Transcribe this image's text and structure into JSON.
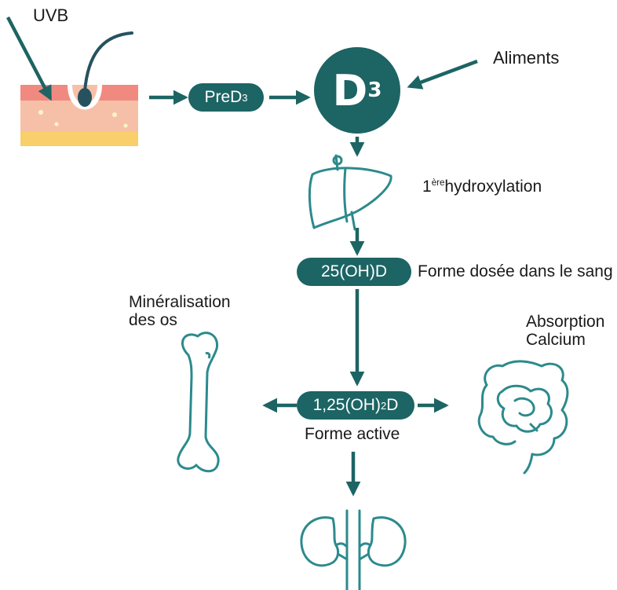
{
  "labels": {
    "uvb": "UVB",
    "aliments": "Aliments",
    "hydroxylation_num": "1",
    "hydroxylation_sup": "ère",
    "hydroxylation": "hydroxylation",
    "forme_dosee": "Forme dosée dans le sang",
    "mineralisation_line1": "Minéralisation",
    "mineralisation_line2": "des os",
    "absorption_line1": "Absorption",
    "absorption_line2": "Calcium",
    "forme_active": "Forme active"
  },
  "nodes": {
    "pred3_main": "PreD",
    "pred3_sub": "3",
    "d3_main": "D",
    "d3_sub": "3",
    "oh_d": "25(OH)D",
    "active_prefix": "1,25(OH)",
    "active_sub": "2",
    "active_suffix": "D"
  },
  "icons": {
    "skin": "skin-hair-icon",
    "liver": "liver-icon",
    "bone": "bone-icon",
    "intestine": "intestine-icon",
    "kidney": "kidney-icon"
  },
  "colors": {
    "teal": "#1d6464",
    "skin_pink": "#f08a80",
    "skin_light": "#f6c0a8",
    "skin_yellow": "#f8cf6a"
  }
}
